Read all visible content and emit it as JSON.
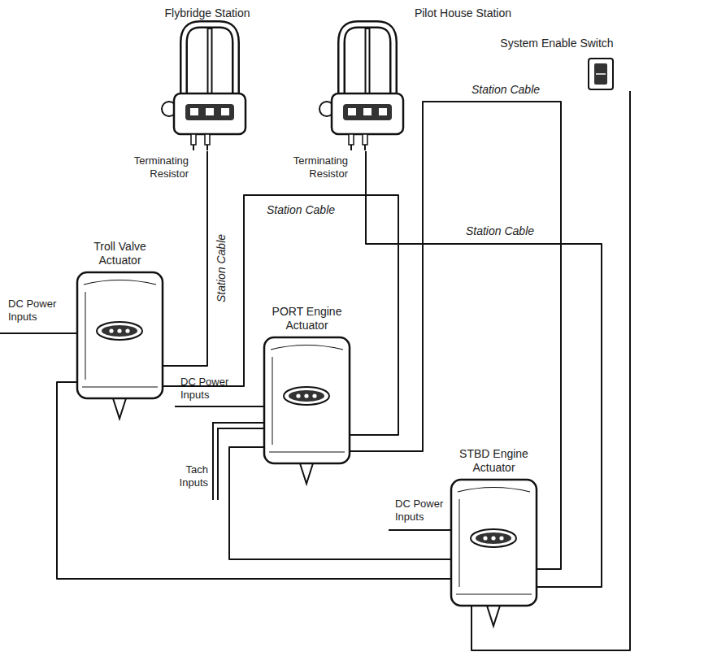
{
  "diagram": {
    "nodes": [
      {
        "text": [
          "Flybridge Station"
        ]
      },
      {
        "text": [
          "Pilot House Station"
        ]
      },
      {
        "text": [
          "System Enable Switch"
        ]
      },
      {
        "text": [
          "Troll Valve Actuator"
        ]
      },
      {
        "text": [
          "PORT Engine Actuator"
        ]
      },
      {
        "text": [
          "STBD Engine Actuator"
        ]
      }
    ],
    "edges": [
      {
        "from": 0,
        "to": 3,
        "arrow": "none",
        "label": "Station Cable"
      },
      {
        "from": 3,
        "to": 4,
        "arrow": "none",
        "label": "Station Cable"
      },
      {
        "from": 4,
        "to": 5,
        "arrow": "none",
        "label": "Station Cable"
      },
      {
        "from": 1,
        "to": 5,
        "arrow": "none",
        "label": "Station Cable"
      },
      {
        "from": 3,
        "to": 5,
        "arrow": "none"
      },
      {
        "from": 4,
        "to": 5,
        "arrow": "none"
      },
      {
        "from": 5,
        "to": 2,
        "arrow": "none"
      }
    ],
    "labels": [
      "Terminating Resistor",
      "Terminating Resistor",
      "DC Power Inputs",
      "DC Power Inputs",
      "Tach Inputs",
      "DC Power Inputs"
    ]
  }
}
